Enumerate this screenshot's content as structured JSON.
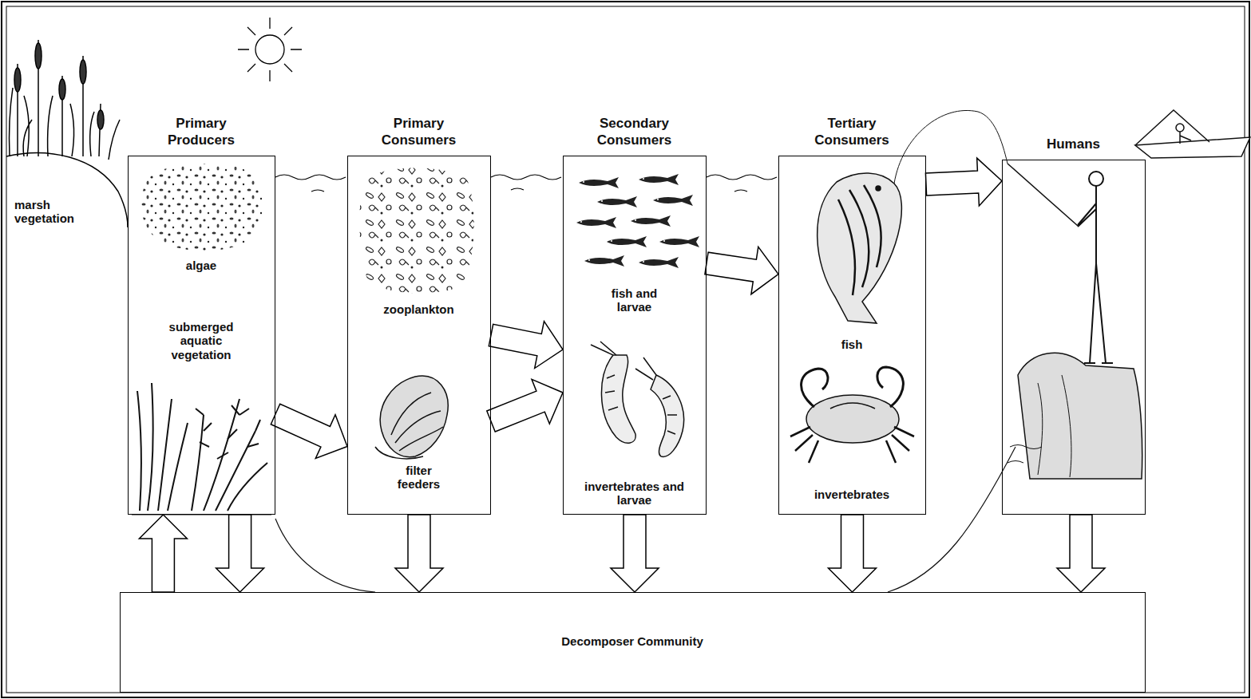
{
  "diagram": {
    "nodes": [
      {
        "text": [
          "Primary Producers",
          "algae",
          "submerged aquatic vegetation"
        ]
      },
      {
        "text": [
          "Primary Consumers",
          "zooplankton",
          "filter feeders"
        ]
      },
      {
        "text": [
          "Secondary Consumers",
          "fish and larvae",
          "invertebrates and larvae"
        ]
      },
      {
        "text": [
          "Tertiary Consumers",
          "fish",
          "invertebrates"
        ]
      },
      {
        "text": [
          "Humans"
        ]
      },
      {
        "text": [
          "Decomposer Community"
        ]
      }
    ],
    "edges": [
      {
        "from": 0,
        "to": 1,
        "arrow": "to"
      },
      {
        "from": 1,
        "to": 2,
        "arrow": "to"
      },
      {
        "from": 1,
        "to": 2,
        "arrow": "to"
      },
      {
        "from": 2,
        "to": 3,
        "arrow": "to"
      },
      {
        "from": 3,
        "to": 4,
        "arrow": "to"
      },
      {
        "from": 0,
        "to": 5,
        "arrow": "to"
      },
      {
        "from": 1,
        "to": 5,
        "arrow": "to"
      },
      {
        "from": 2,
        "to": 5,
        "arrow": "to"
      },
      {
        "from": 3,
        "to": 5,
        "arrow": "to"
      },
      {
        "from": 4,
        "to": 5,
        "arrow": "to"
      },
      {
        "from": 5,
        "to": 0,
        "arrow": "to"
      }
    ],
    "labels": [
      "marsh vegetation"
    ]
  }
}
